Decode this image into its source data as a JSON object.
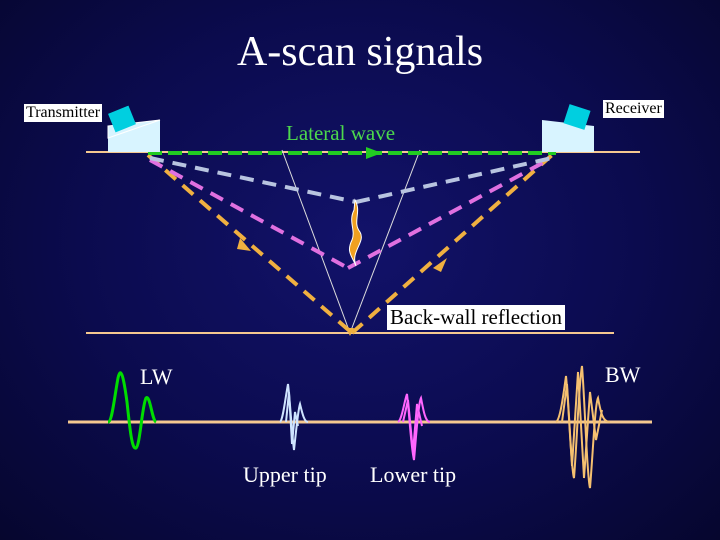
{
  "title": "A-scan signals",
  "labels": {
    "transmitter": "Transmitter",
    "receiver": "Receiver",
    "lateral_wave": "Lateral wave",
    "back_wall_reflection": "Back-wall reflection",
    "lw": "LW",
    "bw": "BW",
    "upper_tip": "Upper tip",
    "lower_tip": "Lower tip"
  },
  "colors": {
    "background": "#0b0b4e",
    "title_text": "#ffffff",
    "lateral_wave": "#22cc22",
    "upper_tip_path": "#b8c4e0",
    "lower_tip_path": "#e070e0",
    "back_wall_path": "#f0b040",
    "surface_line": "#f5c890",
    "probe_wedge": "#d8f4ff",
    "probe_element": "#00cfe0",
    "crack": "#f0a020",
    "signal_lw": "#00dd00",
    "signal_upper": "#cfe4ff",
    "signal_lower": "#ff66ff",
    "signal_bw": "#f5c070"
  },
  "icons": [
    "transmitter-probe-icon",
    "receiver-probe-icon",
    "crack-defect-icon"
  ]
}
